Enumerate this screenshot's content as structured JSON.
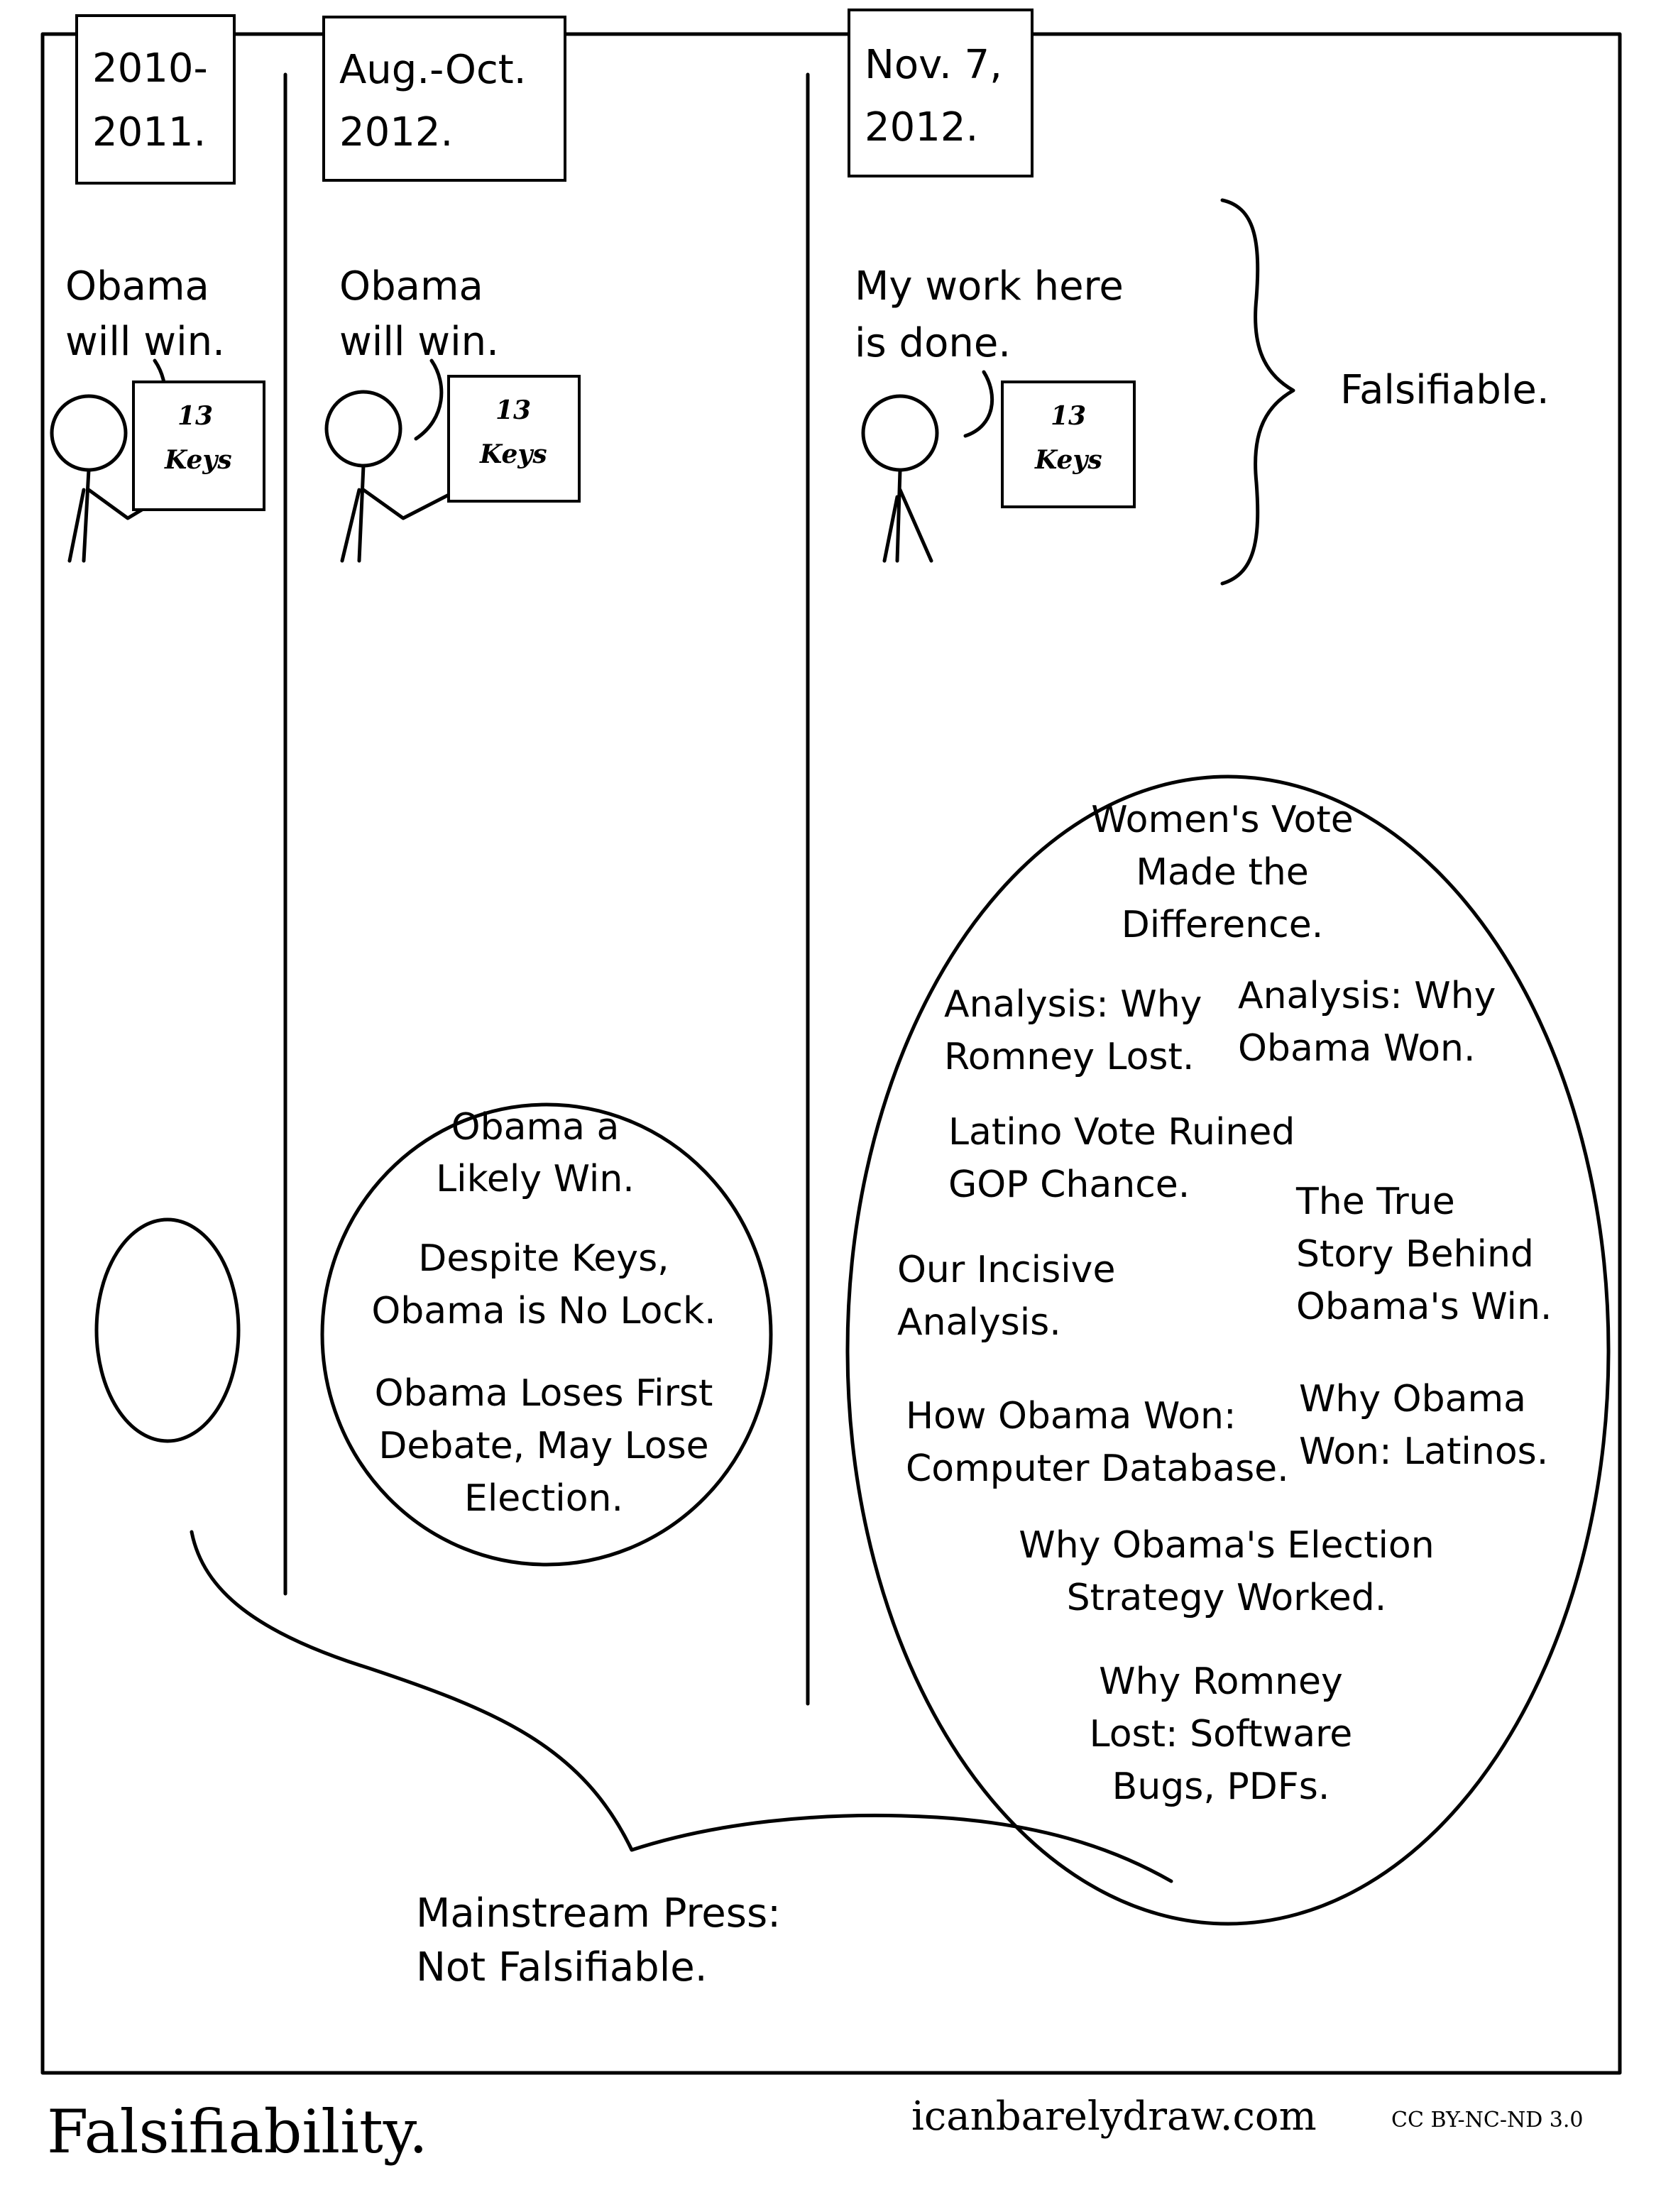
{
  "panels": [
    {
      "caption_lines": [
        "2010-",
        "2011."
      ],
      "speech_lines": [
        "Obama",
        "will win."
      ],
      "sign_lines": [
        "13",
        "Keys"
      ]
    },
    {
      "caption_lines": [
        "Aug.-Oct.",
        "2012."
      ],
      "speech_lines": [
        "Obama",
        "will win."
      ],
      "sign_lines": [
        "13",
        "Keys"
      ]
    },
    {
      "caption_lines": [
        "Nov. 7,",
        "2012."
      ],
      "speech_lines": [
        "My work here",
        "is done."
      ],
      "sign_lines": [
        "13",
        "Keys"
      ]
    }
  ],
  "brace_label": "Falsifiable.",
  "middle_headlines": [
    [
      "Obama a",
      "Likely Win."
    ],
    [
      "Despite Keys,",
      "Obama is No Lock."
    ],
    [
      "Obama Loses First",
      "Debate, May Lose",
      "Election."
    ]
  ],
  "right_headlines": [
    [
      "Women's Vote",
      "Made the",
      "Difference."
    ],
    [
      "Analysis: Why",
      "Romney Lost."
    ],
    [
      "Analysis: Why",
      "Obama Won."
    ],
    [
      "Latino Vote Ruined",
      "GOP Chance."
    ],
    [
      "The True",
      "Story Behind",
      "Obama's Win."
    ],
    [
      "Our Incisive",
      "Analysis."
    ],
    [
      "How Obama Won:",
      "Computer Database."
    ],
    [
      "Why Obama",
      "Won: Latinos."
    ],
    [
      "Why Obama's Election",
      "Strategy Worked."
    ],
    [
      "Why Romney",
      "Lost: Software",
      "Bugs, PDFs."
    ]
  ],
  "bottom_label_lines": [
    "Mainstream Press:",
    "Not Falsifiable."
  ],
  "footer": {
    "title": "Falsifiability.",
    "site": "icanbarelydraw.com",
    "license": "CC BY-NC-ND 3.0"
  }
}
